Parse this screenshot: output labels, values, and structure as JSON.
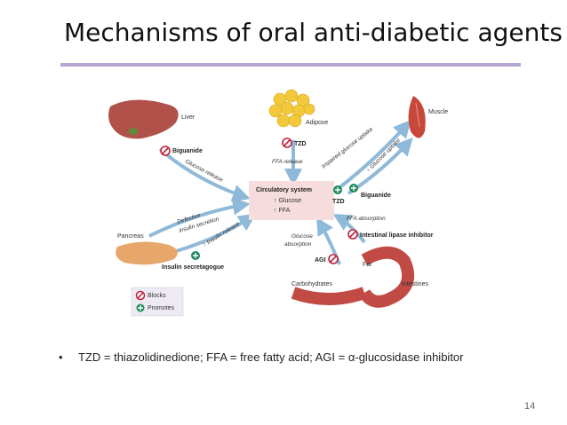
{
  "slide": {
    "title": "Mechanisms of oral anti-diabetic agents",
    "page_number": "14",
    "footnote": "TZD = thiazolidinedione; FFA = free fatty acid; AGI = α-glucosidase inhibitor"
  },
  "diagram": {
    "organs": {
      "liver": "Liver",
      "adipose": "Adipose",
      "muscle": "Muscle",
      "pancreas": "Pancreas",
      "intestines": "Intestines"
    },
    "center": {
      "title": "Circulatory system",
      "line1": "↑ Glucose",
      "line2": "↑ FFA"
    },
    "drugs": {
      "biguanide_liver": "Biguanide",
      "tzd_adipose": "TZD",
      "tzd_muscle": "TZD",
      "biguanide_muscle": "Biguanide",
      "intestinal_lipase": "Intestinal lipase inhibitor",
      "agi": "AGI",
      "insulin_secretagogue": "Insulin secretagogue"
    },
    "arrows": {
      "glucose_release": "Glucose release",
      "ffa_release": "FFA release",
      "impaired_uptake": "Impaired glucose uptake",
      "glucose_uptake": "↑ Glucose uptake",
      "ffa_absorption": "FFA absorption",
      "glucose_absorption_1": "Glucose",
      "glucose_absorption_2": "absorption",
      "defective_1": "Defective",
      "defective_2": "insulin secretion",
      "insulin_release": "↑ Insulin release"
    },
    "substrates": {
      "fat": "Fat",
      "carbohydrates": "Carbohydrates"
    },
    "legend": {
      "blocks": "Blocks",
      "promotes": "Promotes"
    },
    "colors": {
      "block": "#c0203a",
      "promote": "#1c8a5e",
      "arrow": "#8fb9d9",
      "center_box": "#f6dcdc"
    }
  }
}
